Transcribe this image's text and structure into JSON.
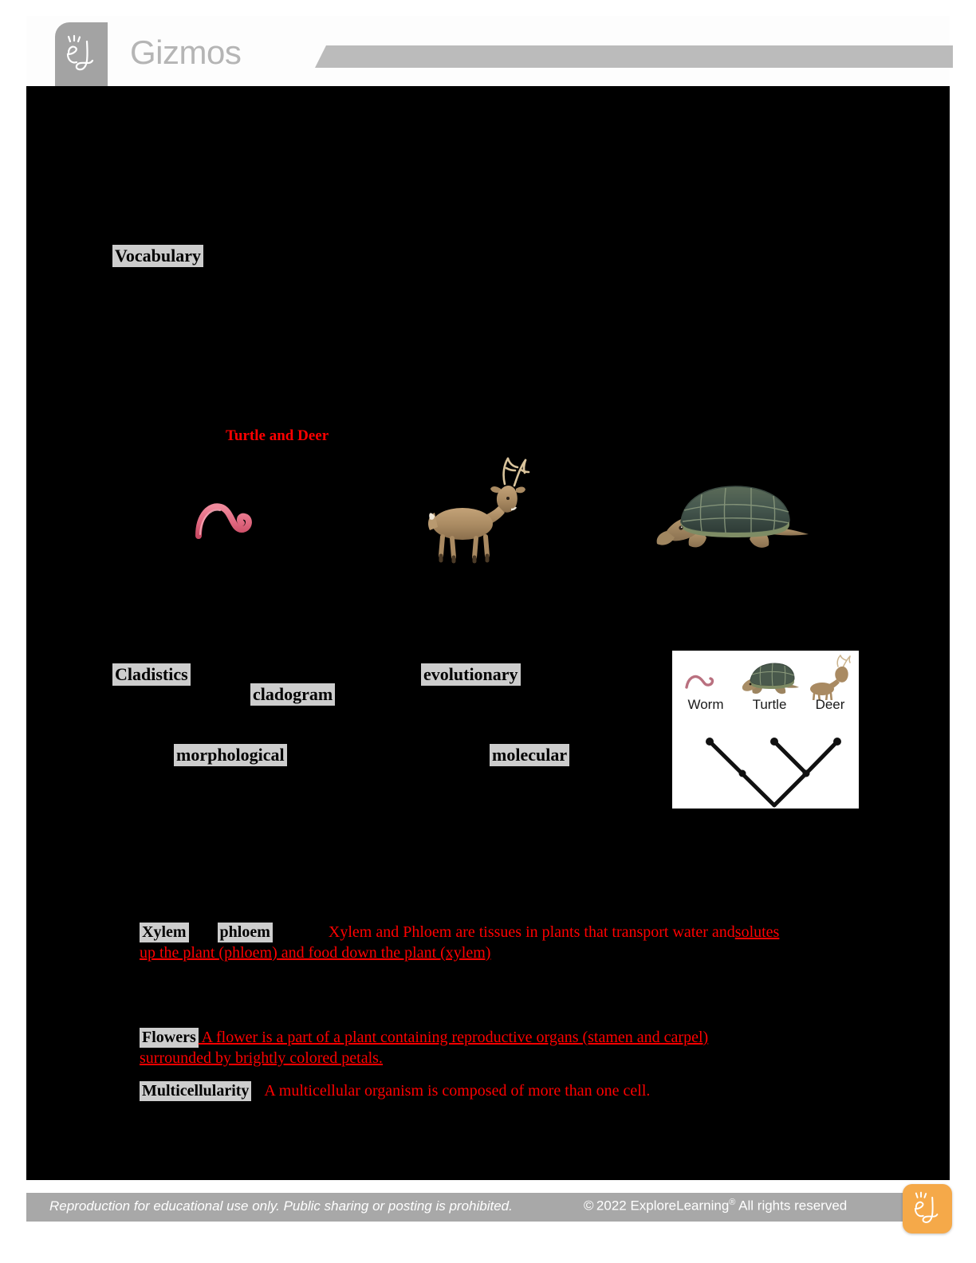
{
  "header": {
    "brand": "Gizmos",
    "logo_icon": "el-script-logo-icon",
    "badge_color": "#a3a3a3",
    "stripe_color": "#bbbbbb"
  },
  "document": {
    "background_color": "#000000",
    "highlight_color": "#cdcdcd",
    "answer_color": "#ff0000"
  },
  "vocabulary": {
    "heading": "Vocabulary"
  },
  "prior_knowledge": {
    "answer_label": "Turtle and Deer",
    "animals": [
      {
        "name": "worm",
        "label": "Worm"
      },
      {
        "name": "deer",
        "label": "Deer"
      },
      {
        "name": "turtle",
        "label": "Turtle"
      }
    ]
  },
  "cladistics": {
    "terms": [
      {
        "label": "Cladistics"
      },
      {
        "label": "cladogram"
      },
      {
        "label": "evolutionary"
      },
      {
        "label": "morphological"
      },
      {
        "label": "molecular"
      }
    ]
  },
  "cladogram_figure": {
    "caption_worm": "Worm",
    "caption_turtle": "Turtle",
    "caption_deer": "Deer",
    "background": "#ffffff"
  },
  "definitions": [
    {
      "name": "xylem-phloem",
      "term_a": "Xylem",
      "term_b": "phloem",
      "answer_plain": "Xylem and Phloem are tissues in plants that transport water and",
      "answer_underlined_1": "solutes ",
      "answer_underlined_2": "up the plant (phloem) and food down the plant  (xylem) "
    },
    {
      "name": "flowers",
      "term_a": "Flowers",
      "answer_underlined_1": " A flower is a part of a plant containing reproductive organs (stamen and carpel) ",
      "answer_underlined_2": "surrounded by brightly colored petals."
    },
    {
      "name": "multicellularity",
      "term_a": "Multicellularity",
      "answer_plain": "A multicellular organism is composed of more than one cell."
    }
  ],
  "footer": {
    "left_text": "Reproduction for educational use only. Public sharing or posting is prohibited.",
    "copyright": "© 2022 ExploreLearning",
    "registered_mark": "®",
    "rights": " All rights reserved",
    "badge_color": "#f5a949",
    "stripe_color": "#a8a8a8",
    "logo_icon": "el-script-logo-icon"
  }
}
